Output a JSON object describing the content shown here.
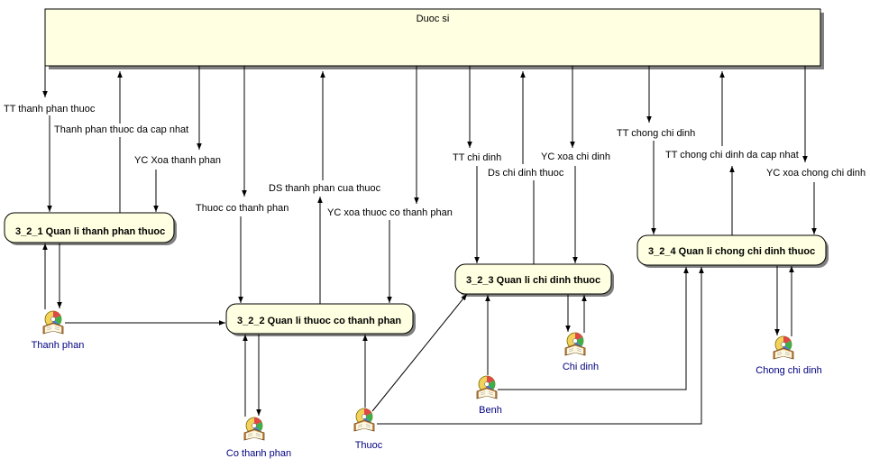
{
  "entity": {
    "name": "Duoc si"
  },
  "processes": {
    "p1": "3_2_1 Quan li thanh phan thuoc",
    "p2": "3_2_2 Quan li thuoc co thanh phan",
    "p3": "3_2_3 Quan li chi dinh thuoc",
    "p4": "3_2_4 Quan li chong chi dinh thuoc"
  },
  "stores": {
    "thanh_phan": "Thanh phan",
    "co_thanh_phan": "Co thanh phan",
    "thuoc": "Thuoc",
    "benh": "Benh",
    "chi_dinh": "Chi dinh",
    "chong_chi_dinh": "Chong chi dinh"
  },
  "flows": {
    "f1": "TT thanh phan thuoc",
    "f2": "Thanh phan thuoc da cap nhat",
    "f3": "YC Xoa thanh phan",
    "f4": "Thuoc co thanh phan",
    "f5": "DS thanh phan cua thuoc",
    "f6": "YC xoa thuoc co thanh phan",
    "f7": "TT chi dinh",
    "f8": "Ds chi dinh thuoc",
    "f9": "YC xoa chi dinh",
    "f10": "TT chong chi dinh",
    "f11": "TT chong chi dinh da cap nhat",
    "f12": "YC xoa chong chi dinh"
  },
  "colors": {
    "entity_fill": "#FFFFE1",
    "process_fill": "#FFFFE1",
    "store_label": "#000080",
    "line": "#000000"
  }
}
